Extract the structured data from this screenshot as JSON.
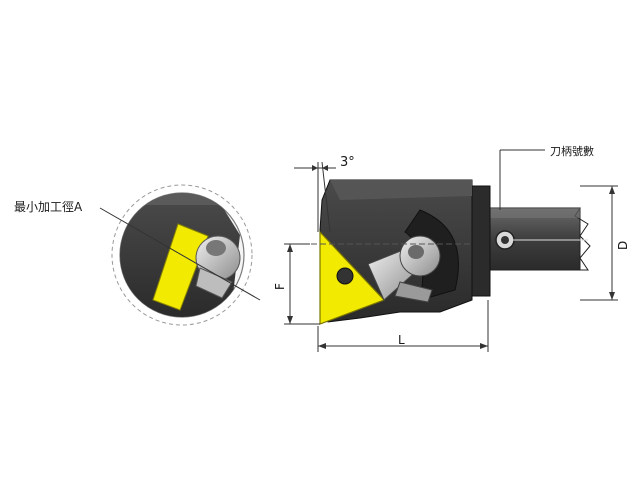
{
  "labels": {
    "min_bore": "最小加工徑A",
    "angle": "3°",
    "shank_code": "刀柄號數",
    "dim_D": "D",
    "dim_F": "F",
    "dim_L": "L"
  },
  "colors": {
    "body": "#3a3a3a",
    "body_dark": "#262626",
    "insert": "#f2ea00",
    "screw": "#cfcfcf",
    "shank": "#4a4a4a",
    "line": "#333333",
    "detail_circle": "#9a9a9a"
  }
}
